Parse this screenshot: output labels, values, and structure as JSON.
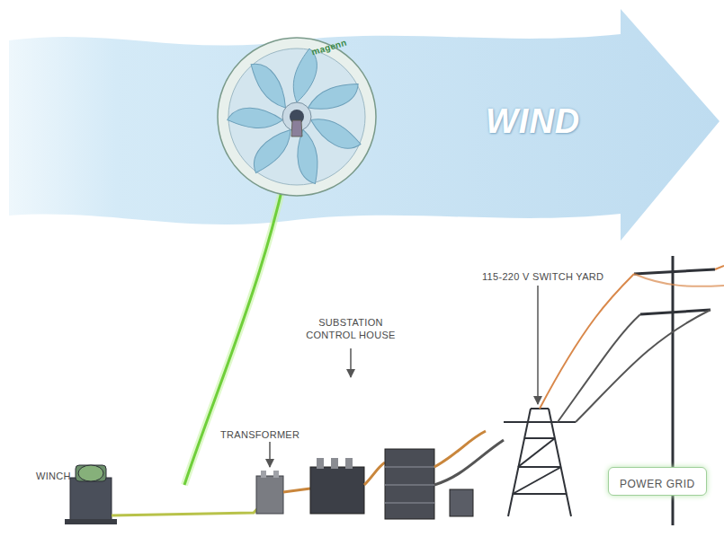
{
  "diagram": {
    "nodes": [
      {
        "text": [
          "WIND"
        ]
      },
      {
        "text": [
          "POWER GRID"
        ]
      }
    ],
    "labels": [
      "magenn",
      "WINCH",
      "TRANSFORMER",
      "SUBSTATION CONTROL HOUSE",
      "115-220 V SWITCH YARD"
    ]
  }
}
